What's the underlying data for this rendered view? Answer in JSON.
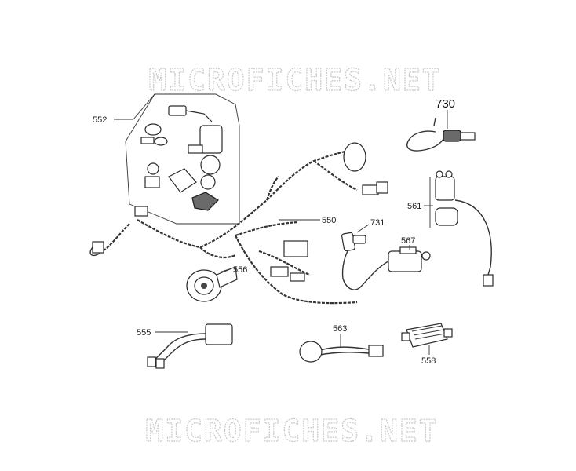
{
  "watermark": {
    "top": "MICROFICHES.NET",
    "bottom": "MICROFICHES.NET"
  },
  "callouts": {
    "p552": "552",
    "p550": "550",
    "p730": "730",
    "p731": "731",
    "p561": "561",
    "p567": "567",
    "p556": "556",
    "p555": "555",
    "p563": "563",
    "p558": "558"
  }
}
